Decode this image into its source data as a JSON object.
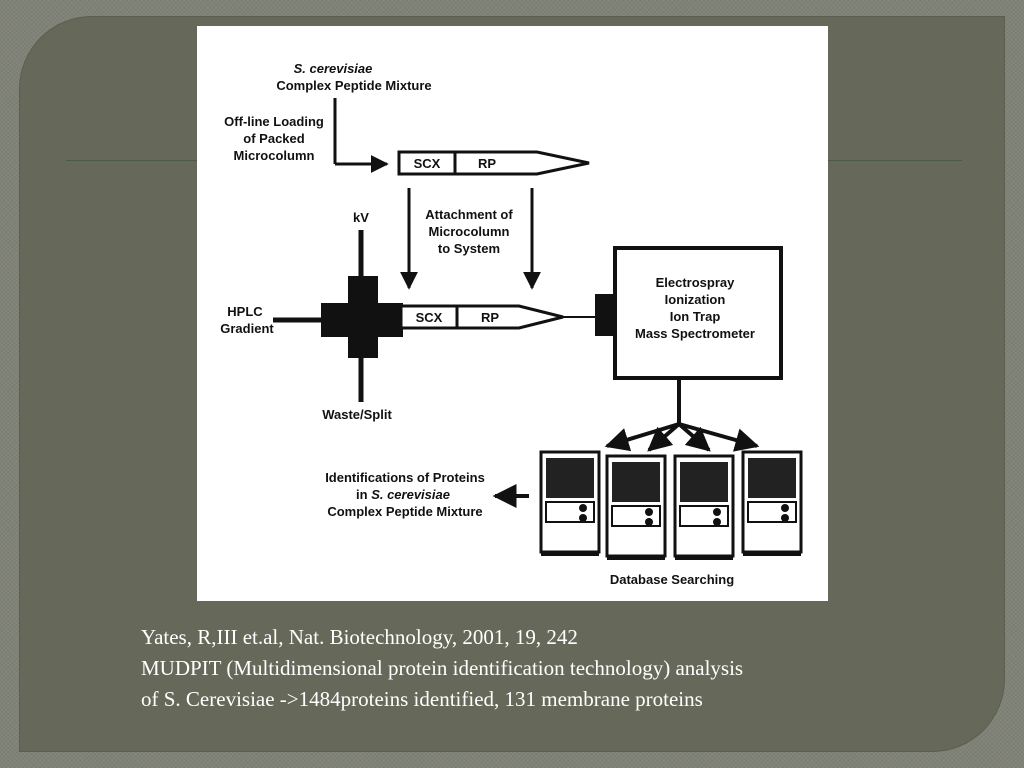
{
  "figure": {
    "top_label": {
      "line1": "S. cerevisiae",
      "line2": "Complex Peptide Mixture"
    },
    "offline_loading": [
      "Off-line Loading",
      "of Packed",
      "Microcolumn"
    ],
    "column_top": {
      "segment1": "SCX",
      "segment2": "RP"
    },
    "attachment": [
      "Attachment of",
      "Microcolumn",
      "to System"
    ],
    "kv_label": "kV",
    "hplc": [
      "HPLC",
      "Gradient"
    ],
    "column_bottom": {
      "segment1": "SCX",
      "segment2": "RP"
    },
    "waste_label": "Waste/Split",
    "ms_box": [
      "Electrospray",
      "Ionization",
      "Ion Trap",
      "Mass Spectrometer"
    ],
    "identifications": {
      "line1": "Identifications of Proteins",
      "line2_prefix": "in ",
      "line2_italic": "S. cerevisiae",
      "line3": "Complex Peptide Mixture"
    },
    "database_label": "Database Searching"
  },
  "caption": {
    "line1": "Yates, R,III et.al, Nat. Biotechnology, 2001, 19, 242",
    "line2": "MUDPIT (Multidimensional protein identification technology) analysis",
    "line3": "of S. Cerevisiae ->1484proteins identified, 131 membrane proteins"
  }
}
